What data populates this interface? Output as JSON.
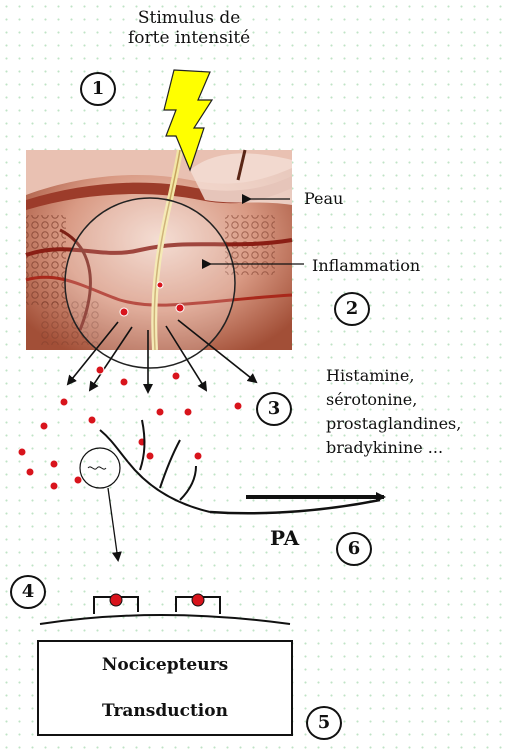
{
  "labels": {
    "stimulus": "Stimulus de\nforte intensité",
    "peau": "Peau",
    "inflammation": "Inflammation",
    "mediators": "Histamine,\nsérotonine,\nprostaglandines,\nbradykinine ...",
    "pa": "PA",
    "nocicepteurs": "Nocicepteurs",
    "transduction": "Transduction"
  },
  "badges": [
    "1",
    "2",
    "3",
    "4",
    "5",
    "6"
  ],
  "colors": {
    "bolt": "#ffff00",
    "dots": "#d8141c",
    "skin": "#b8654a",
    "tissue_light": "#f0d2c6"
  }
}
